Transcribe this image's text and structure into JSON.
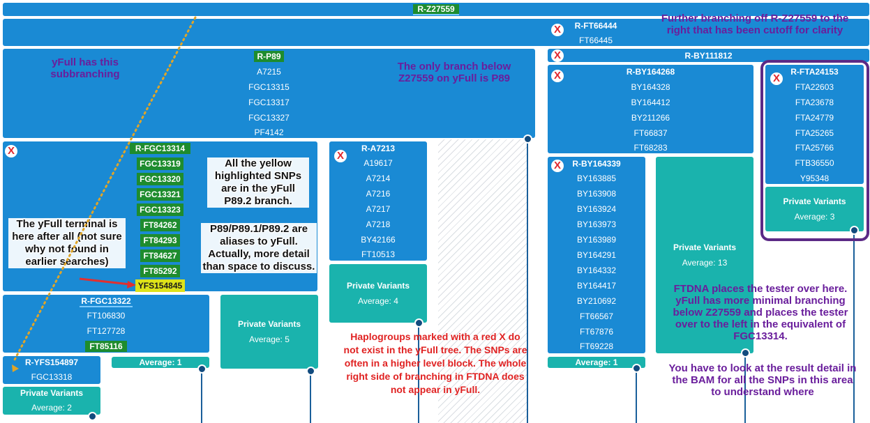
{
  "top_bar": {
    "label": "R-Z27559"
  },
  "ft66444_block": {
    "title": "R-FT66444",
    "snps": [
      "FT66445"
    ]
  },
  "by111812_block": {
    "title": "R-BY111812"
  },
  "p89_block": {
    "title": "R-P89",
    "snps": [
      "A7215",
      "FGC13315",
      "FGC13317",
      "FGC13327",
      "PF4142"
    ]
  },
  "fgc13314_block": {
    "title": "R-FGC13314",
    "snps": [
      "FGC13319",
      "FGC13320",
      "FGC13321",
      "FGC13323",
      "FT84262",
      "FT84293",
      "FT84627",
      "FT85292",
      "YFS154845"
    ]
  },
  "a7213_block": {
    "title": "R-A7213",
    "snps": [
      "A19617",
      "A7214",
      "A7216",
      "A7217",
      "A7218",
      "BY42166",
      "FT10513"
    ]
  },
  "by164268_block": {
    "title": "R-BY164268",
    "snps": [
      "BY164328",
      "BY164412",
      "BY211266",
      "FT66837",
      "FT68283"
    ]
  },
  "fta24153_block": {
    "title": "R-FTA24153",
    "snps": [
      "FTA22603",
      "FTA23678",
      "FTA24779",
      "FTA25265",
      "FTA25766",
      "FTB36550",
      "Y95348"
    ]
  },
  "fta24153_private": {
    "label": "Private Variants",
    "average": "Average: 3"
  },
  "by164339_block": {
    "title": "R-BY164339",
    "snps": [
      "BY163885",
      "BY163908",
      "BY163924",
      "BY163973",
      "BY163989",
      "BY164291",
      "BY164332",
      "BY164417",
      "BY210692",
      "FT66567",
      "FT67876",
      "FT69228"
    ]
  },
  "by164339_average": {
    "label": "Average: 1"
  },
  "right_private": {
    "label": "Private Variants",
    "average": "Average: 13"
  },
  "fgc13322_block": {
    "title": "R-FGC13322",
    "snps": [
      "FT106830",
      "FT127728",
      "FT85116"
    ]
  },
  "fgc13322_average": {
    "label": "Average: 1"
  },
  "mid_private": {
    "label": "Private Variants",
    "average": "Average: 5"
  },
  "a7213_private": {
    "label": "Private Variants",
    "average": "Average: 4"
  },
  "yfs154897_block": {
    "title": "R-YFS154897",
    "snps": [
      "FGC13318"
    ]
  },
  "yfs154897_private": {
    "label": "Private Variants",
    "average": "Average: 2"
  },
  "xmark_symbol": "X",
  "notes": {
    "further_branching": "Further branching off R-Z27559 to the right that has been cutoff for clarity",
    "yfull_subbranching": "yFull has this subbranching",
    "only_branch": "The only branch below Z27559 on yFull is P89",
    "yellow_highlighted": "All the yellow highlighted SNPs are in the yFull P89.2 branch.",
    "aliases": "P89/P89.1/P89.2 are aliases to yFull. Actually, more detail than space to discuss.",
    "terminal": "The yFull terminal is here after all (not sure why not found in earlier searches)",
    "red_x": "Haplogroups marked with a red X do not exist in the yFull tree.  The SNPs are often in a higher level block. The whole right side of branching in FTDNA does not appear in yFull.",
    "ftdna_places": "FTDNA places the tester over here. yFull has more minimal branching below Z27559 and places the tester over to the left in the equivalent of FGC13314.",
    "bam_detail": "You have to look at the result detail in the BAM for all the SNPs in this area to understand where"
  },
  "colors": {
    "block_blue": "#1a8ad4",
    "private_teal": "#1ab3ad",
    "snp_green": "#1e8c2e",
    "snp_yellow": "#dde31a",
    "note_purple": "#6a1e9c",
    "note_red": "#e02222",
    "callout_border": "#5b2a86",
    "dotted_arrow": "#e0a528",
    "pointer_arrow": "#e03030"
  }
}
